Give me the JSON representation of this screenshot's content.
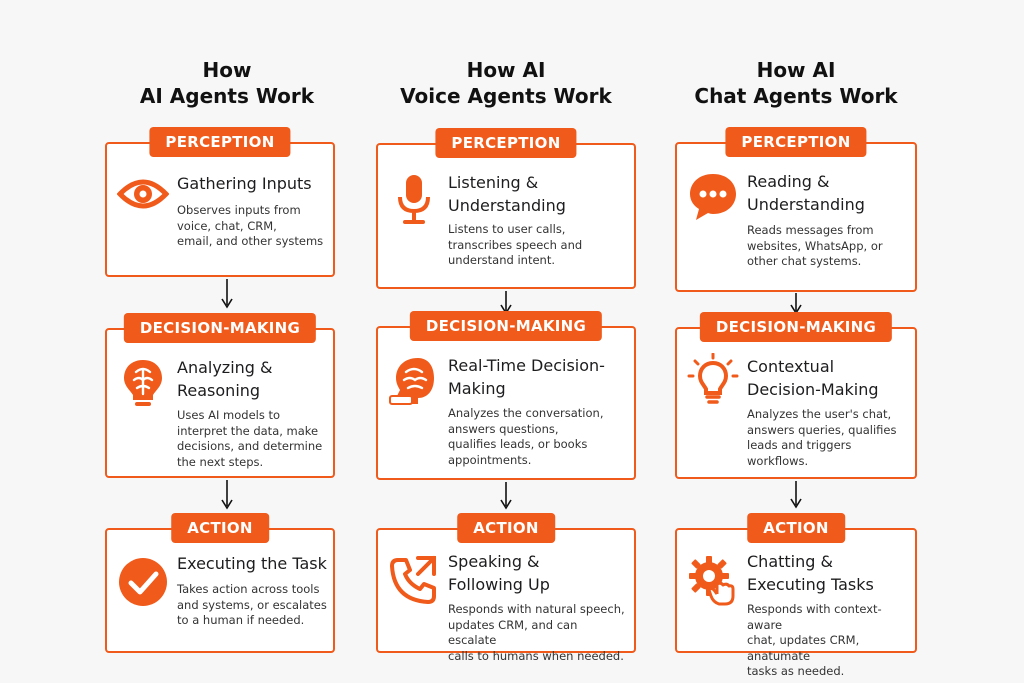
{
  "columns": [
    {
      "title": [
        "How",
        "AI Agents Work"
      ],
      "cards": [
        {
          "badge": "PERCEPTION",
          "icon": "eye-icon",
          "heading": [
            "Gathering Inputs"
          ],
          "desc": [
            "Observes inputs from",
            "voice, chat, CRM,",
            "email, and other systems"
          ]
        },
        {
          "badge": "DECISION-MAKING",
          "icon": "brain-bulb-icon",
          "heading": [
            "Analyzing &",
            "Reasoning"
          ],
          "desc": [
            "Uses AI models to",
            "interpret the data, make",
            "decisions, and determine",
            "the next steps."
          ]
        },
        {
          "badge": "ACTION",
          "icon": "checkmark-circle-icon",
          "heading": [
            "Executing the Task"
          ],
          "desc": [
            "Takes action across tools",
            "and systems, or escalates",
            "to a human if needed."
          ]
        }
      ]
    },
    {
      "title": [
        "How AI",
        "Voice Agents Work"
      ],
      "cards": [
        {
          "badge": "PERCEPTION",
          "icon": "microphone-icon",
          "heading": [
            "Listening &",
            "Understanding"
          ],
          "desc": [
            "Listens to user calls,",
            "transcribes speech and",
            "understand intent."
          ]
        },
        {
          "badge": "DECISION-MAKING",
          "icon": "brain-head-icon",
          "heading": [
            "Real-Time Decision-",
            "Making"
          ],
          "desc": [
            "Analyzes the conversation,",
            "answers questions,",
            "qualifies leads, or books",
            "appointments."
          ]
        },
        {
          "badge": "ACTION",
          "icon": "phone-call-icon",
          "heading": [
            "Speaking &",
            "Following Up"
          ],
          "desc": [
            "Responds with natural speech,",
            "updates CRM, and can escalate",
            "calls to humans when needed."
          ]
        }
      ]
    },
    {
      "title": [
        "How AI",
        "Chat Agents Work"
      ],
      "cards": [
        {
          "badge": "PERCEPTION",
          "icon": "chat-bubble-icon",
          "heading": [
            "Reading &",
            "Understanding"
          ],
          "desc": [
            "Reads messages from",
            "websites, WhatsApp, or",
            "other chat systems."
          ]
        },
        {
          "badge": "DECISION-MAKING",
          "icon": "lightbulb-icon",
          "heading": [
            "Contextual",
            "Decision-Making"
          ],
          "desc": [
            "Analyzes the user's chat,",
            "answers queries, qualifies",
            "leads and triggers workflows."
          ]
        },
        {
          "badge": "ACTION",
          "icon": "gear-hand-icon",
          "heading": [
            "Chatting &",
            "Executing Tasks"
          ],
          "desc": [
            "Responds with context-aware",
            "chat, updates CRM, anatumate",
            "tasks as needed."
          ]
        }
      ]
    }
  ],
  "colors": {
    "accent": "#f05a1a",
    "text": "#1d1d1f",
    "background": "#f7f7f8"
  }
}
